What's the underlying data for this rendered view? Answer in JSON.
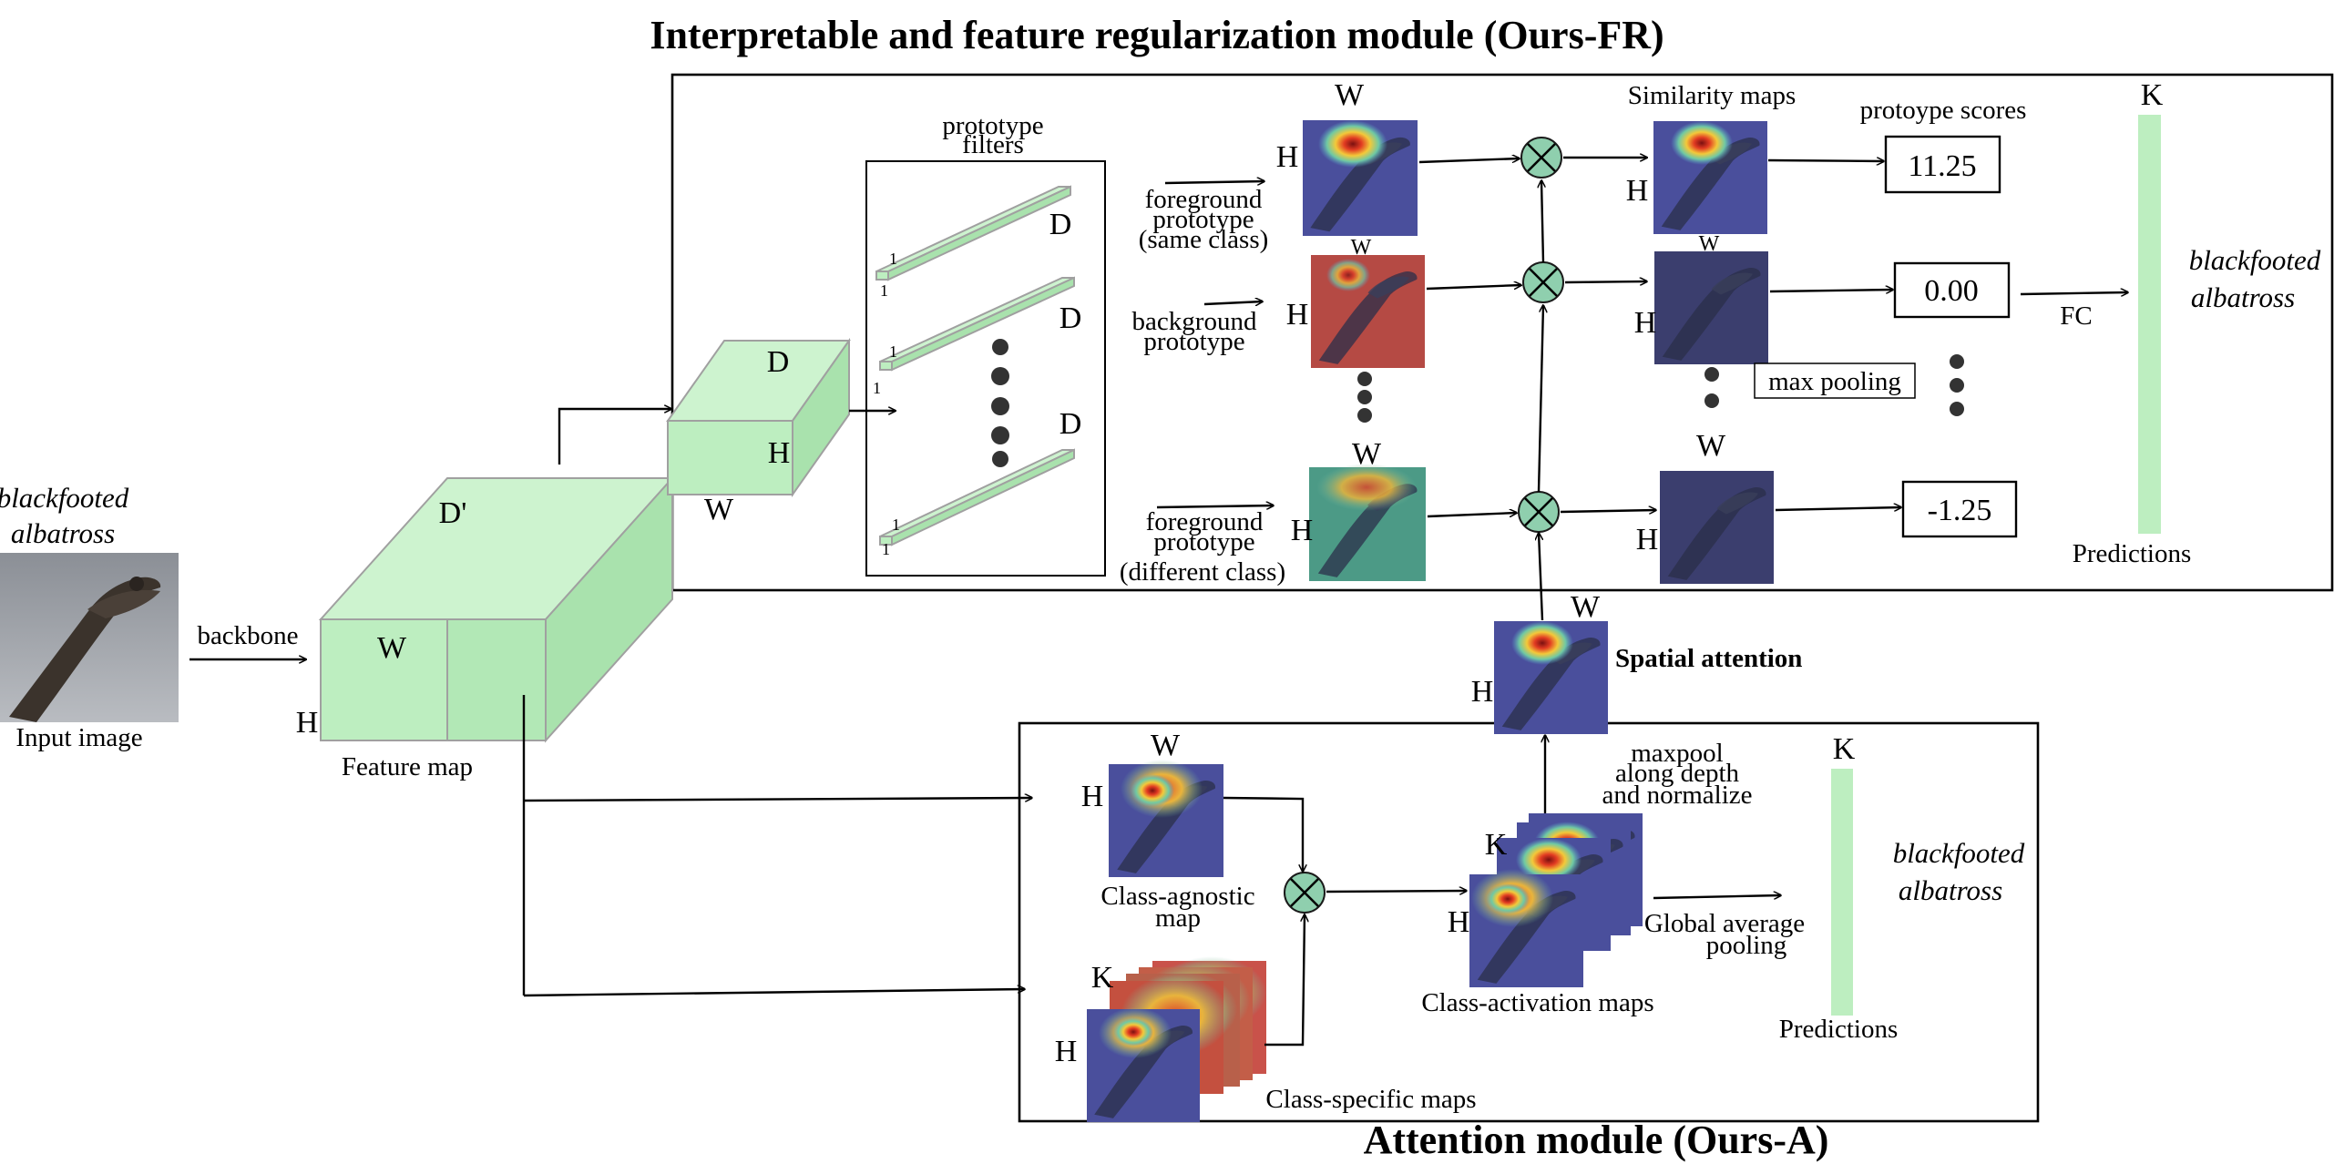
{
  "titles": {
    "top": "Interpretable and feature regularization module (Ours-FR)",
    "bottom": "Attention  module (Ours-A)"
  },
  "input": {
    "class_line1": "blackfooted",
    "class_line2": "albatross",
    "caption": "Input image",
    "backbone": "backbone"
  },
  "feature_map": {
    "caption": "Feature map",
    "d": "D'",
    "w": "W",
    "h": "H"
  },
  "small_cube": {
    "d": "D",
    "h": "H",
    "w": "W"
  },
  "prototype_filters": {
    "title_line1": "prototype",
    "title_line2": "filters",
    "depth_label": "D",
    "one": "1"
  },
  "prototypes": {
    "fg_same": [
      "foreground",
      "prototype",
      "(same class)"
    ],
    "bg": [
      "background",
      "prototype"
    ],
    "fg_diff": [
      "foreground",
      "prototype",
      "(different class)"
    ]
  },
  "dims": {
    "w": "W",
    "h": "H",
    "k": "K"
  },
  "similarity_title": "Similarity maps",
  "scores": {
    "title": "protoype scores",
    "values": [
      "11.25",
      "0.00",
      "-1.25"
    ]
  },
  "max_pooling": "max pooling",
  "fc": "FC",
  "predictions_top": {
    "class_line1": "blackfooted",
    "class_line2": "albatross",
    "caption": "Predictions"
  },
  "spatial_attention": "Spatial attention",
  "attention": {
    "class_agnostic": [
      "Class-agnostic",
      "map"
    ],
    "class_specific": "Class-specific maps",
    "class_activation": "Class-activation maps",
    "maxpool": [
      "maxpool",
      "along depth",
      "and normalize"
    ],
    "gap": [
      "Global average",
      "pooling"
    ]
  },
  "predictions_bottom": {
    "class_line1": "blackfooted",
    "class_line2": "albatross",
    "caption": "Predictions"
  },
  "colors": {
    "cube_green": "#bdeec0",
    "bar_green": "#bdeec0",
    "otimes": "#8fcfae",
    "heat_blue": "#3f4a96",
    "heat_red_bg": "#b54a44",
    "heat_teal_bg": "#4c9a86"
  }
}
